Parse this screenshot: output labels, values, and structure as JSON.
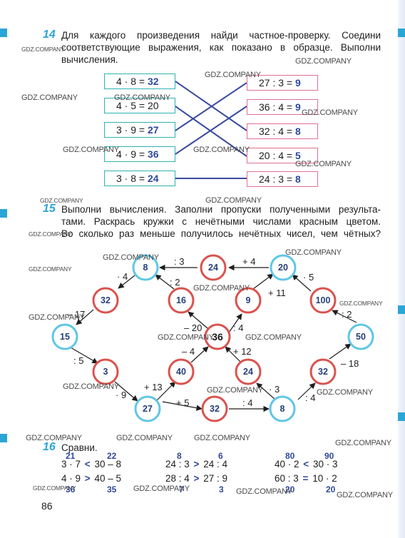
{
  "task14": {
    "number": "14",
    "text_lines": [
      "Для каждого произведения найди частное-проверку. Соедини",
      "соответствующие выражения, как показано в образце. Выполни",
      "вычисления."
    ],
    "left": [
      {
        "expr": "4 · 8 =",
        "answer": "32"
      },
      {
        "expr": "4 · 5 =",
        "answer": "20"
      },
      {
        "expr": "3 · 9 =",
        "answer": "27"
      },
      {
        "expr": "4 · 9 =",
        "answer": "36"
      },
      {
        "expr": "3 · 8 =",
        "answer": "24"
      }
    ],
    "right": [
      {
        "expr": "27 : 3 =",
        "answer": "9"
      },
      {
        "expr": "36 : 4 =",
        "answer": "9"
      },
      {
        "expr": "32 : 4 =",
        "answer": "8"
      },
      {
        "expr": "20 : 4 =",
        "answer": "5"
      },
      {
        "expr": "24 : 3 =",
        "answer": "8"
      }
    ]
  },
  "task15": {
    "number": "15",
    "text_lines": [
      "Выполни вычисления. Заполни пропуски полученными результа-",
      "тами. Раскрась кружки с нечётными числами красным цветом.",
      "Во сколько раз меньше получилось нечётных чисел, чем чётных?"
    ],
    "nodes": {
      "n8top": "8",
      "n24top": "24",
      "n20top": "20",
      "n32l": "32",
      "n16": "16",
      "n9": "9",
      "n100": "100",
      "n15": "15",
      "n36": "36",
      "n50": "50",
      "n3": "3",
      "n40": "40",
      "n24mid": "24",
      "n32r": "32",
      "n27": "27",
      "n32bot": "32",
      "n8bot": "8"
    },
    "ops": {
      "d3": ": 3",
      "p4": "+ 4",
      "m4": "· 4",
      "d2a": ": 2",
      "p11": "+ 11",
      "m5": "· 5",
      "m17": "– 17",
      "m20": "– 20",
      "d4a": ": 4",
      "d2b": ": 2",
      "d5": ": 5",
      "m4b": "– 4",
      "p12": "+ 12",
      "m18": "– 18",
      "m9": "· 9",
      "p13": "+ 13",
      "m3": "· 3",
      "d4b": ": 4",
      "p5": "+ 5",
      "d4c": ": 4"
    }
  },
  "task16": {
    "number": "16",
    "title": "Сравни.",
    "items": [
      {
        "left": "3 · 7",
        "sign": "<",
        "right": "30 – 8",
        "top_l": "21",
        "top_r": "22"
      },
      {
        "left": "4 · 9",
        "sign": ">",
        "right": "40 – 5",
        "bot_l": "36",
        "bot_r": "35"
      },
      {
        "left": "24 : 3",
        "sign": ">",
        "right": "24 : 4",
        "top_l": "8",
        "top_r": "6"
      },
      {
        "left": "28 : 4",
        "sign": ">",
        "right": "27 : 9",
        "bot_l": "7",
        "bot_r": "3"
      },
      {
        "left": "40 · 2",
        "sign": "<",
        "right": "30 · 3",
        "top_l": "80",
        "top_r": "90"
      },
      {
        "left": "60 : 3",
        "sign": "=",
        "right": "10 · 2",
        "bot_l": "20",
        "bot_r": "20"
      }
    ]
  },
  "page_number": "86",
  "watermark": "GDZ.COMPANY",
  "colors": {
    "blue_circle": "#5fc6e6",
    "red_circle": "#d9534f",
    "accent": "#2aa6d6",
    "answer": "#2e4a9b"
  }
}
